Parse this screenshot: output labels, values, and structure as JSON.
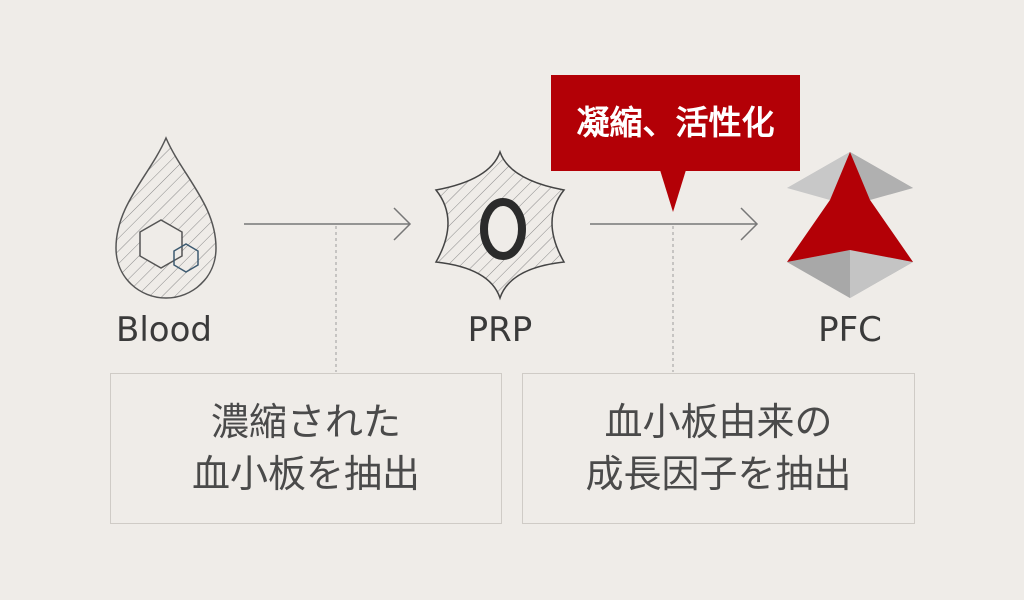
{
  "nodes": [
    {
      "label": "Blood",
      "icon": "blood-drop-icon"
    },
    {
      "label": "PRP",
      "icon": "platelet-icon"
    },
    {
      "label": "PFC",
      "icon": "pfc-hexagon-icon"
    }
  ],
  "callout": "凝縮、活性化",
  "steps": [
    {
      "line1": "濃縮された",
      "line2": "血小板を抽出"
    },
    {
      "line1": "血小板由来の",
      "line2": "成長因子を抽出"
    }
  ],
  "colors": {
    "accent": "#b30006",
    "background": "#efece8",
    "line": "#777777"
  }
}
